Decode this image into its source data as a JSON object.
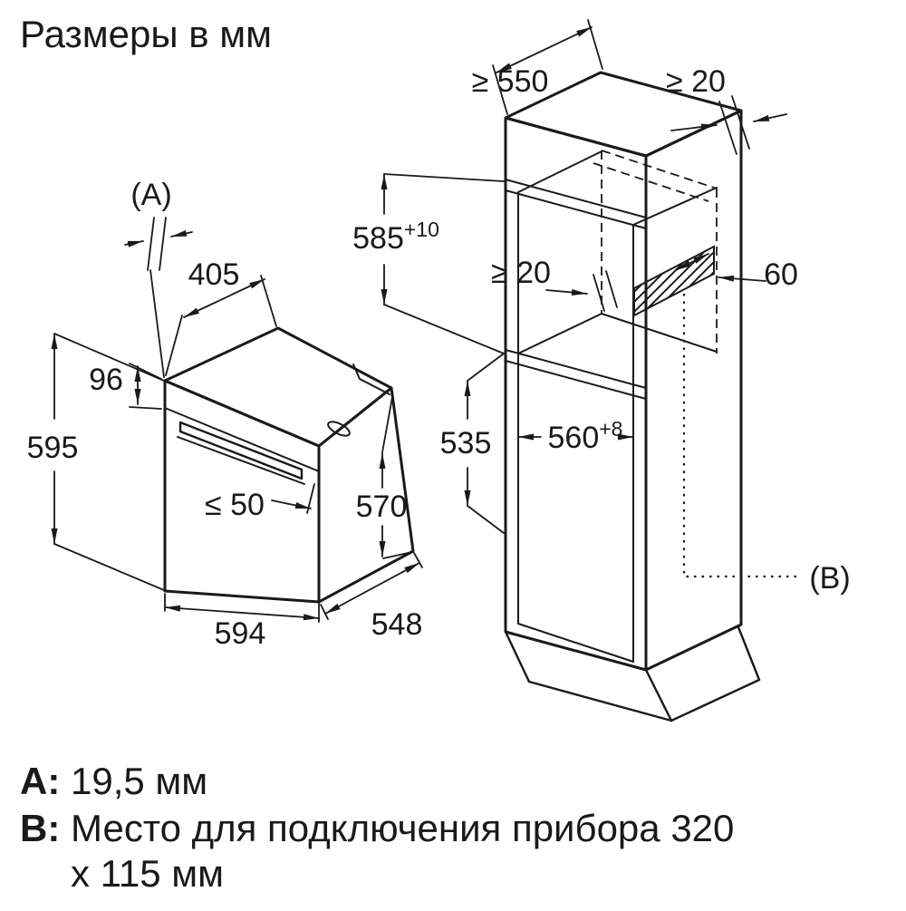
{
  "title": "Размеры в мм",
  "colors": {
    "line": "#1a1a1a",
    "background": "#ffffff"
  },
  "labels": {
    "marker_a": "(A)",
    "marker_b": "(B)",
    "oven": {
      "top_depth": "405",
      "panel_height": "96",
      "height": "595",
      "handle_clearance": "≤ 50",
      "depth_with_door": "570",
      "width": "594",
      "body_depth": "548"
    },
    "niche": {
      "min_depth": "≥ 550",
      "top_rear_gap": "≥ 20",
      "height": "585",
      "height_tolerance": "+10",
      "rear_gap": "≥ 20",
      "rear_strip": "60",
      "inner_depth": "535",
      "width": "560",
      "width_tolerance": "+8"
    }
  },
  "legend": {
    "a_key": "A:",
    "a_value": "19,5 мм",
    "b_key": "B:",
    "b_value_line1": "Место для подключения прибора 320",
    "b_value_line2": "x 115 мм"
  }
}
